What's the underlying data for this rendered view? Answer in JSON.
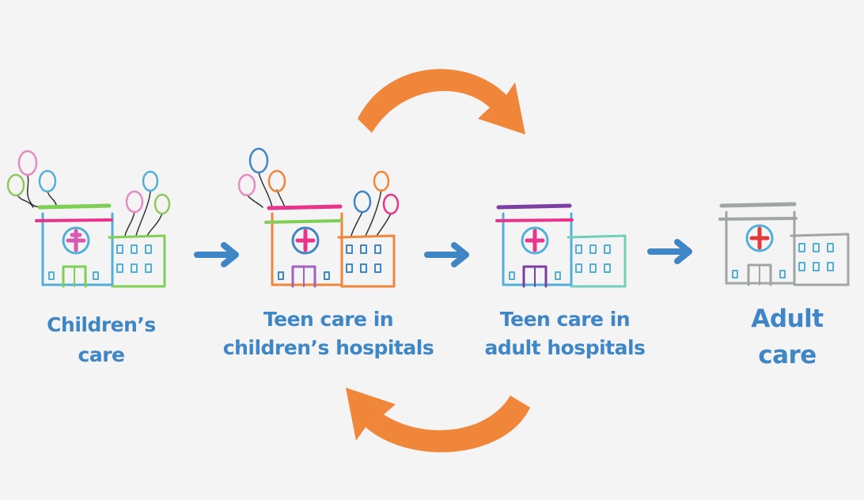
{
  "stages": [
    {
      "id": "childrens-care",
      "lines": [
        "Children’s",
        "care"
      ],
      "accent": "#e8358b",
      "has_balloons": true
    },
    {
      "id": "teen-care-childrens",
      "lines": [
        "Teen care in",
        "children’s hospitals"
      ],
      "accent": "#e8358b",
      "has_balloons": true
    },
    {
      "id": "teen-care-adult",
      "lines": [
        "Teen care in",
        "adult hospitals"
      ],
      "accent": "#7a3fa0",
      "has_balloons": false
    },
    {
      "id": "adult-care",
      "lines": [
        "Adult",
        "care"
      ],
      "accent": "#a0a6a4",
      "has_balloons": false
    }
  ],
  "colors": {
    "label_text": "#3f86c6",
    "flow_arrow": "#3f86c6",
    "cycle_arrow": "#f0863a",
    "cross": "#e23a3a",
    "background": "#f4f4f4"
  },
  "cycle_arrows": [
    "forward-top",
    "backward-bottom"
  ]
}
